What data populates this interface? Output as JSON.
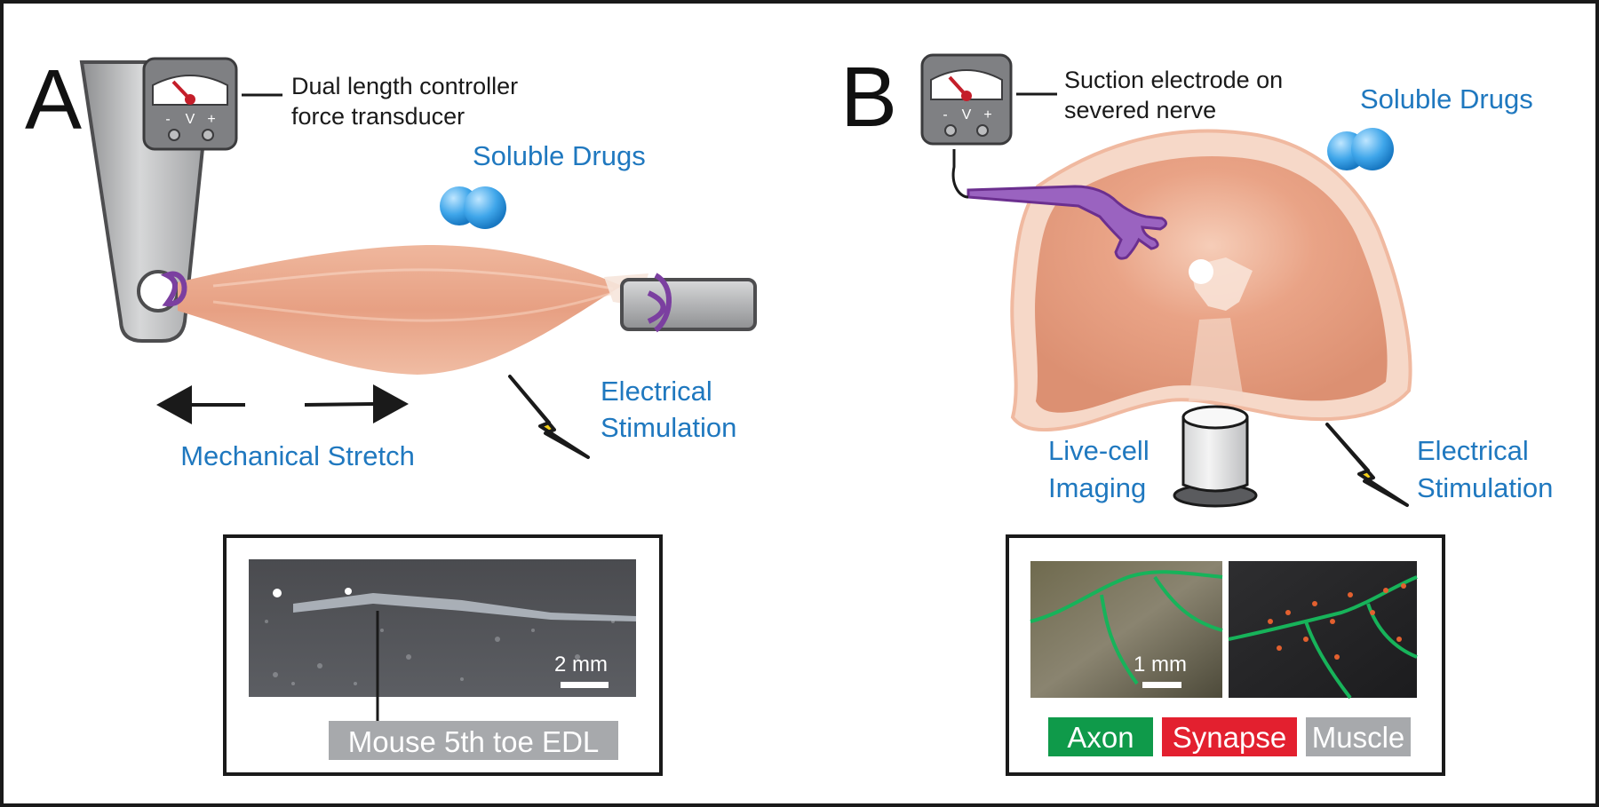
{
  "panel_a": {
    "letter": "A",
    "meter": {
      "minus": "-",
      "volt": "V",
      "plus": "+"
    },
    "callout_line1": "Dual length controller",
    "callout_line2": "force transducer",
    "soluble_drugs": "Soluble Drugs",
    "electrical_line1": "Electrical",
    "electrical_line2": "Stimulation",
    "mechanical_stretch": "Mechanical Stretch",
    "photo": {
      "scale_label": "2 mm",
      "caption": "Mouse 5th toe EDL"
    }
  },
  "panel_b": {
    "letter": "B",
    "meter": {
      "minus": "-",
      "volt": "V",
      "plus": "+"
    },
    "callout_line1": "Suction electrode on",
    "callout_line2": "severed nerve",
    "soluble_drugs": "Soluble Drugs",
    "imaging_line1": "Live-cell",
    "imaging_line2": "Imaging",
    "electrical_line1": "Electrical",
    "electrical_line2": "Stimulation",
    "photo": {
      "scale_label": "1 mm",
      "legend": [
        "Axon",
        "Synapse",
        "Muscle"
      ]
    }
  },
  "colors": {
    "label_blue": "#1f78bf",
    "muscle": "#e9a688",
    "nerve_purple": "#7b3fa0",
    "legend_axon": "#0f9a4a",
    "legend_synapse": "#e3202f",
    "legend_muscle": "#a7a9ac"
  }
}
